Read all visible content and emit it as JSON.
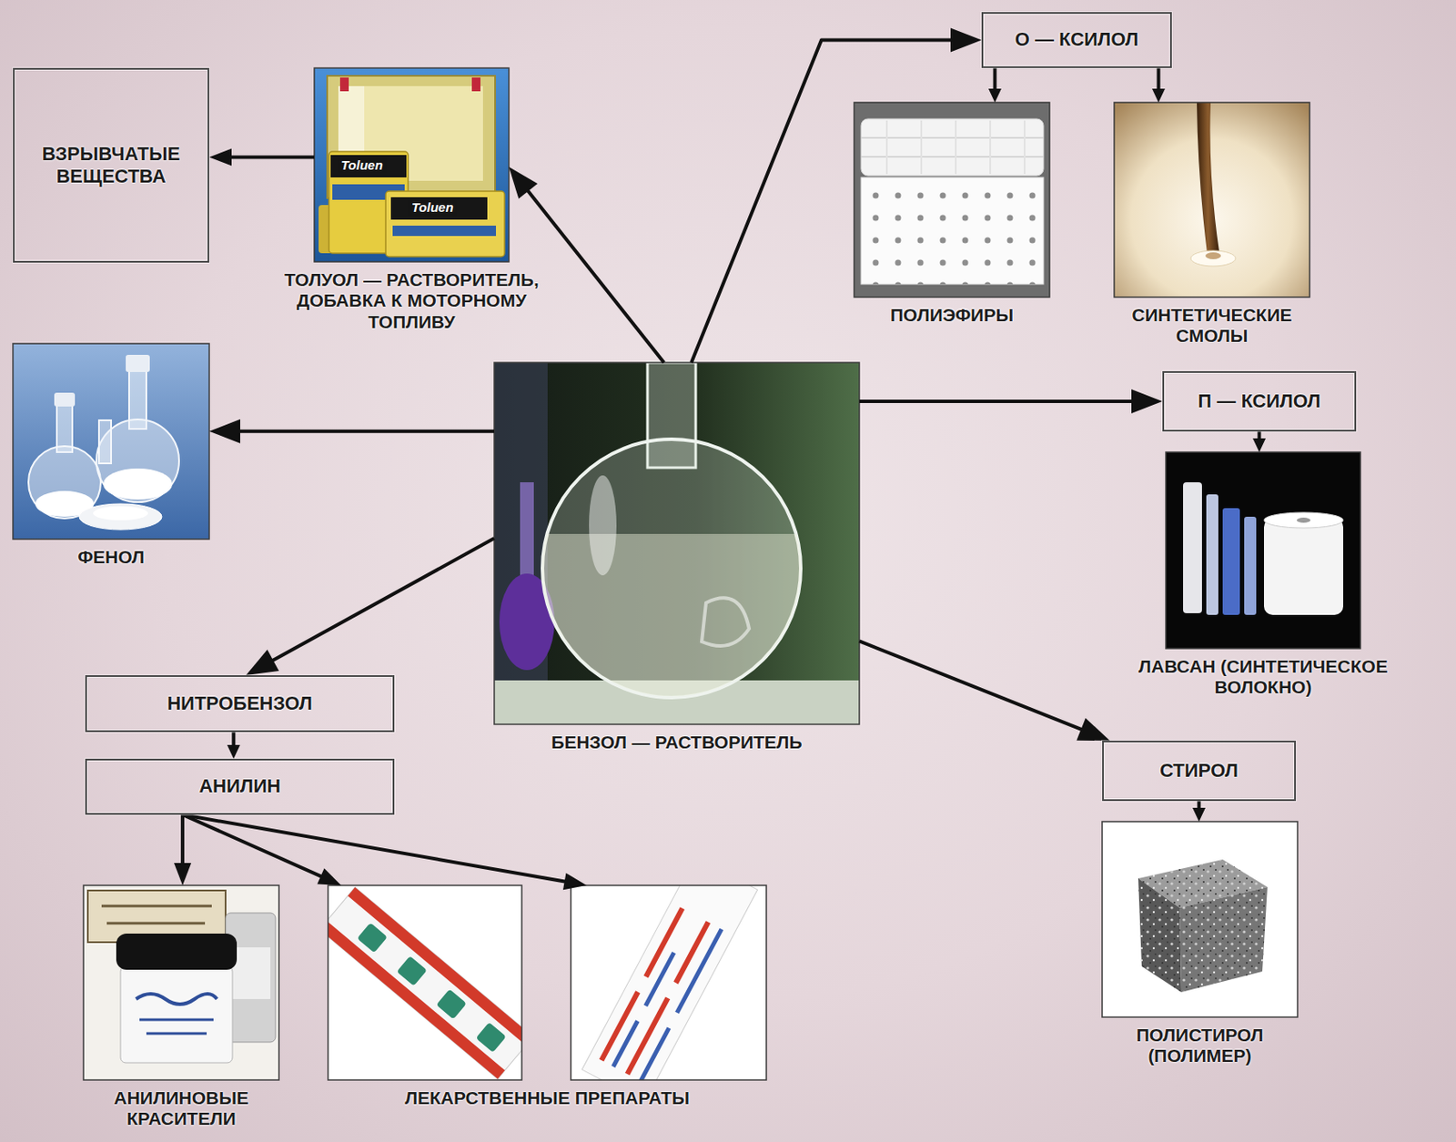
{
  "diagram": {
    "nodes": [
      {
        "text": [
          "ВЗРЫВЧАТЫЕ ВЕЩЕСТВА"
        ]
      },
      {
        "text": [
          "ТОЛУОЛ — РАСТВОРИТЕЛЬ, ДОБАВКА К МОТОРНОМУ ТОПЛИВУ"
        ]
      },
      {
        "text": [
          "О — КСИЛОЛ"
        ]
      },
      {
        "text": [
          "ПОЛИЭФИРЫ"
        ]
      },
      {
        "text": [
          "СИНТЕТИЧЕСКИЕ СМОЛЫ"
        ]
      },
      {
        "text": [
          "ФЕНОЛ"
        ]
      },
      {
        "text": [
          "БЕНЗОЛ — РАСТВОРИТЕЛЬ"
        ]
      },
      {
        "text": [
          "П — КСИЛОЛ"
        ]
      },
      {
        "text": [
          "ЛАВСАН (СИНТЕТИЧЕСКОЕ ВОЛОКНО)"
        ]
      },
      {
        "text": [
          "НИТРОБЕНЗОЛ"
        ]
      },
      {
        "text": [
          "АНИЛИН"
        ]
      },
      {
        "text": [
          "СТИРОЛ"
        ]
      },
      {
        "text": [
          "ПОЛИСТИРОЛ (ПОЛИМЕР)"
        ]
      },
      {
        "text": [
          "АНИЛИНОВЫЕ КРАСИТЕЛИ"
        ]
      },
      {
        "text": [
          "ЛЕКАРСТВЕННЫЕ ПРЕПАРАТЫ"
        ]
      }
    ],
    "edges": [
      {
        "from": 6,
        "to": 1,
        "arrow": "to"
      },
      {
        "from": 1,
        "to": 0,
        "arrow": "to"
      },
      {
        "from": 6,
        "to": 2,
        "arrow": "to"
      },
      {
        "from": 2,
        "to": 3,
        "arrow": "to"
      },
      {
        "from": 2,
        "to": 4,
        "arrow": "to"
      },
      {
        "from": 6,
        "to": 5,
        "arrow": "to"
      },
      {
        "from": 6,
        "to": 7,
        "arrow": "to"
      },
      {
        "from": 7,
        "to": 8,
        "arrow": "to"
      },
      {
        "from": 6,
        "to": 9,
        "arrow": "to"
      },
      {
        "from": 9,
        "to": 10,
        "arrow": "to"
      },
      {
        "from": 10,
        "to": 13,
        "arrow": "to"
      },
      {
        "from": 10,
        "to": 14,
        "arrow": "to"
      },
      {
        "from": 10,
        "to": 14,
        "arrow": "to"
      },
      {
        "from": 6,
        "to": 11,
        "arrow": "to"
      },
      {
        "from": 11,
        "to": 12,
        "arrow": "to"
      }
    ],
    "labels": [
      "Toluen",
      "Toluen"
    ]
  }
}
